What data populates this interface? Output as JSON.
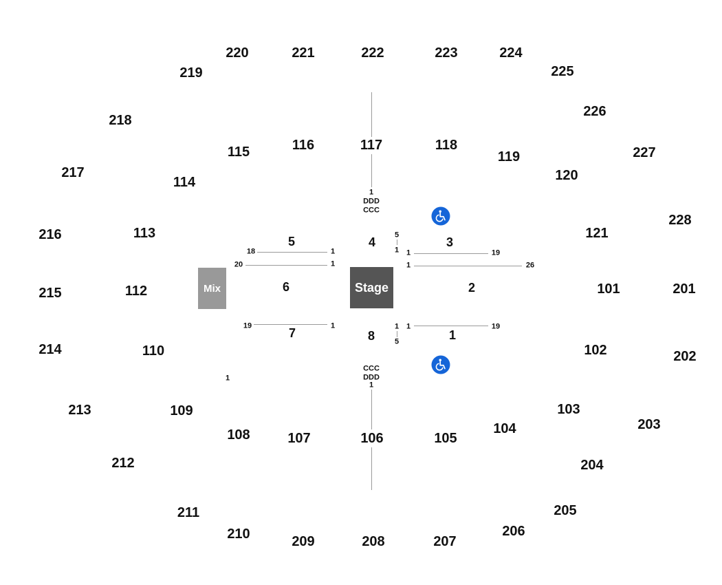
{
  "map": {
    "sections_200": [
      "220",
      "221",
      "222",
      "223",
      "224",
      "219",
      "225",
      "218",
      "226",
      "217",
      "227",
      "216",
      "228",
      "215",
      "201",
      "214",
      "202",
      "213",
      "203",
      "212",
      "204",
      "211",
      "205",
      "210",
      "206",
      "209",
      "207",
      "208"
    ],
    "sections_100": [
      "117",
      "116",
      "118",
      "115",
      "119",
      "114",
      "120",
      "113",
      "121",
      "112",
      "101",
      "110",
      "102",
      "109",
      "103",
      "108",
      "104",
      "107",
      "105",
      "106"
    ],
    "floor_sections": [
      "5",
      "4",
      "3",
      "6",
      "2",
      "7",
      "8",
      "1"
    ],
    "row_labels": {
      "s5_left": "18",
      "s5_right": "1",
      "s6_left": "20",
      "s6_right": "1",
      "s7_left": "19",
      "s7_right": "1",
      "s3_left": "1",
      "s3_right": "19",
      "s2_left": "1",
      "s2_right": "26",
      "s1_left": "1",
      "s1_right": "19",
      "c4_top": "5",
      "c4_bottom": "1",
      "c8_top": "1",
      "c8_bottom": "5",
      "isolated_1": "1",
      "top_row_1": "1",
      "top_row_ddd": "DDD",
      "top_row_ccc": "CCC",
      "bottom_row_ccc": "CCC",
      "bottom_row_ddd": "DDD",
      "bottom_row_1": "1"
    },
    "mix_label": "Mix",
    "stage_label": "Stage",
    "colors": {
      "mix": "#999999",
      "stage": "#555555",
      "wheelchair": "#1565d8",
      "lines": "#9a9a9a"
    },
    "icons": [
      "wheelchair-accessible-icon",
      "wheelchair-accessible-icon"
    ]
  }
}
